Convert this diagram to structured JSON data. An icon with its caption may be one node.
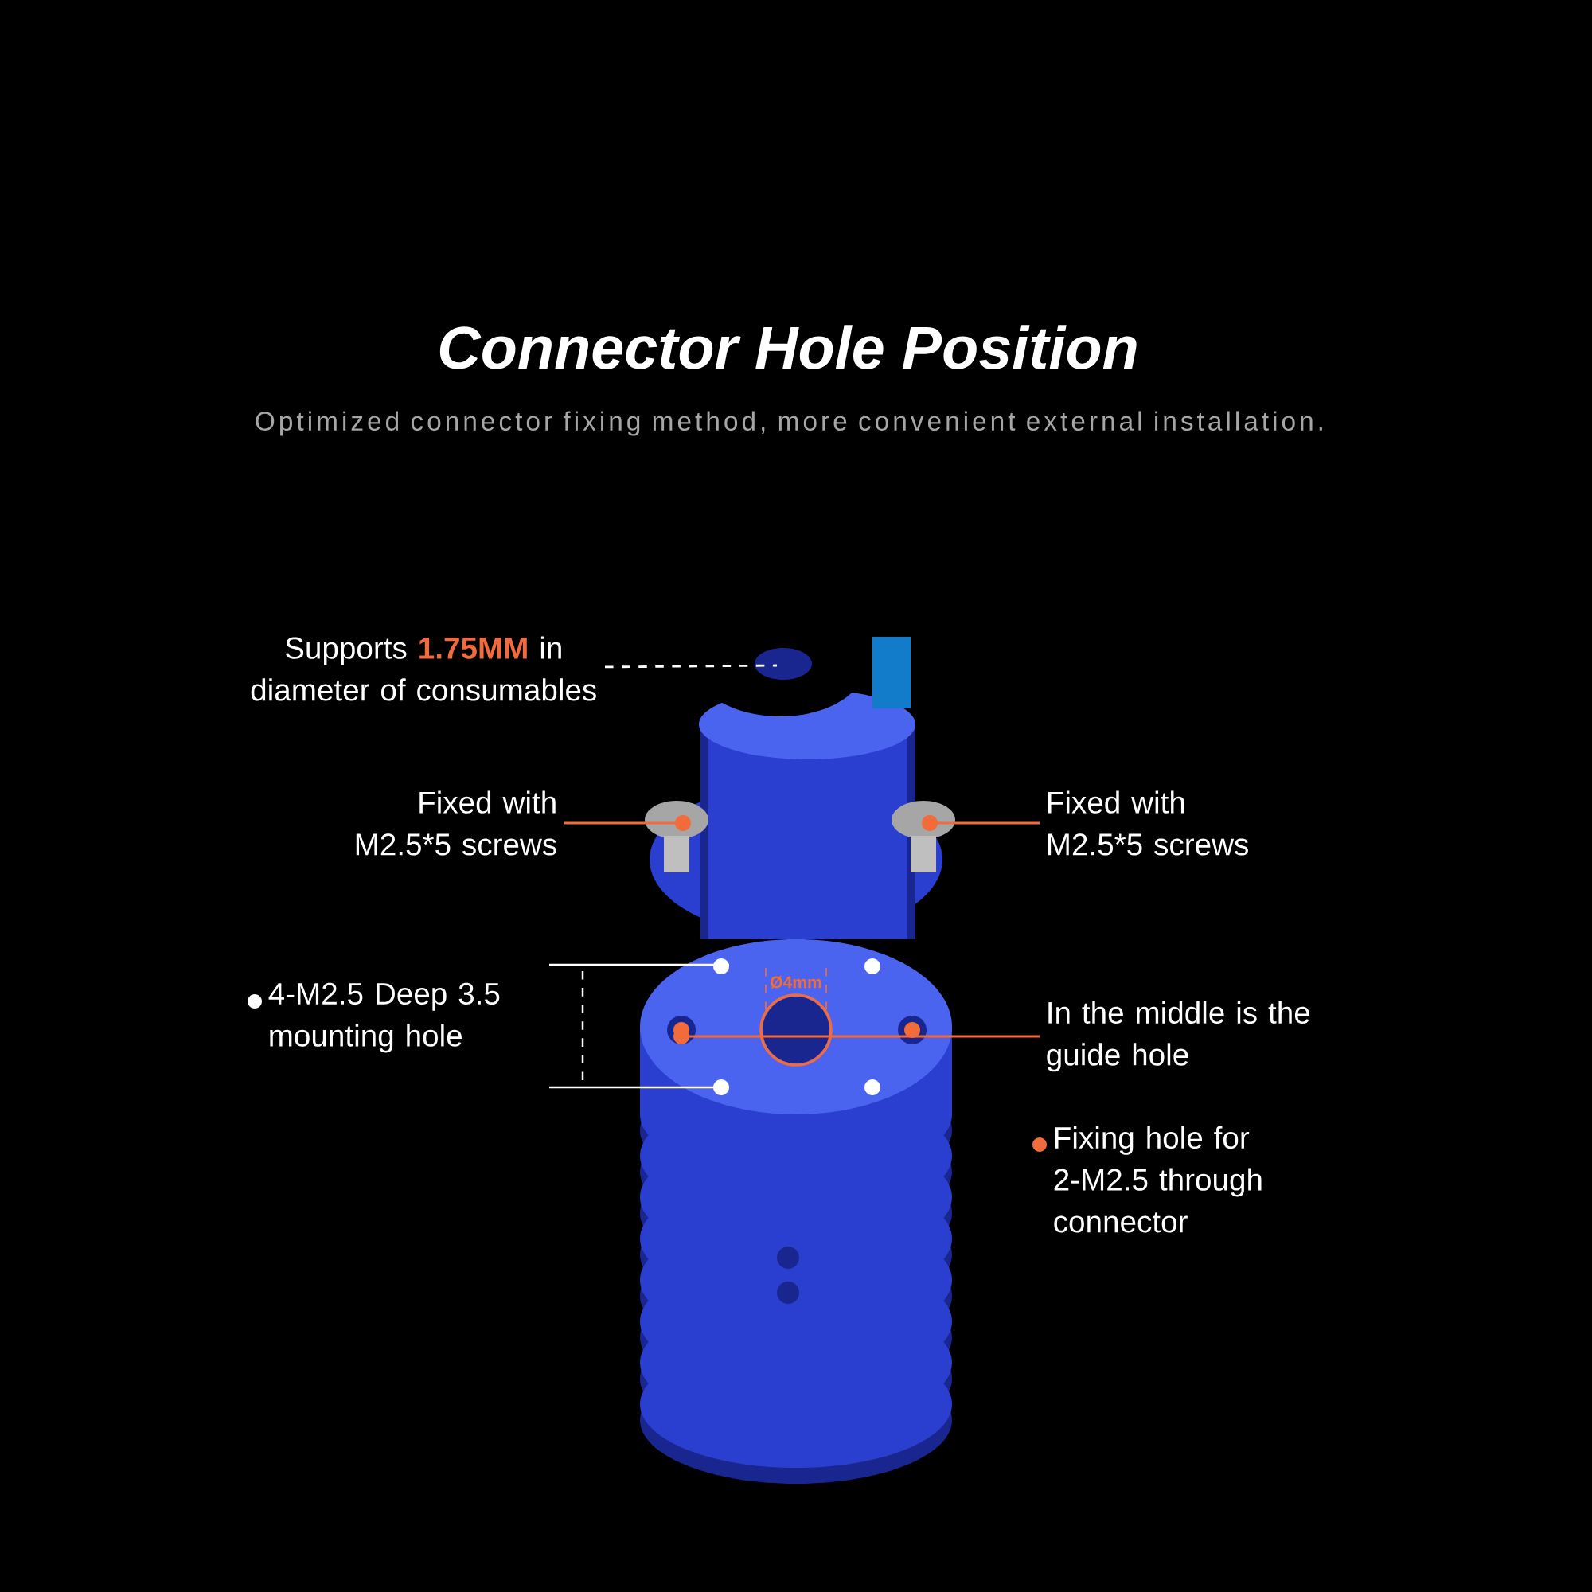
{
  "diagram": {
    "title": "Connector Hole Position",
    "nodes": [
      {
        "text": [
          "Supports **1.75MM** in diameter of consumables"
        ]
      },
      {
        "text": [
          "Fixed with M2.5*5 screws"
        ]
      },
      {
        "text": [
          "Fixed with M2.5*5 screws"
        ]
      },
      {
        "text": [
          "In the middle is the guide hole"
        ]
      }
    ],
    "edges": [
      {
        "from": 0,
        "to": null,
        "arrow": "none",
        "style": "dashed",
        "color": "#ffffff"
      },
      {
        "from": 1,
        "to": null,
        "arrow": "other"
      },
      {
        "from": 2,
        "to": null,
        "arrow": "other"
      },
      {
        "from": 3,
        "to": null,
        "arrow": "other"
      }
    ],
    "labels": [
      "Optimized connector fixing method, more convenient external installation.",
      "Ø4mm"
    ],
    "legend": [
      {
        "text": "4-M2.5 Deep 3.5 mounting hole",
        "color": "#ffffff"
      },
      {
        "text": "Fixing hole for 2-M2.5 through connector",
        "color": "#f26b3a"
      }
    ]
  }
}
